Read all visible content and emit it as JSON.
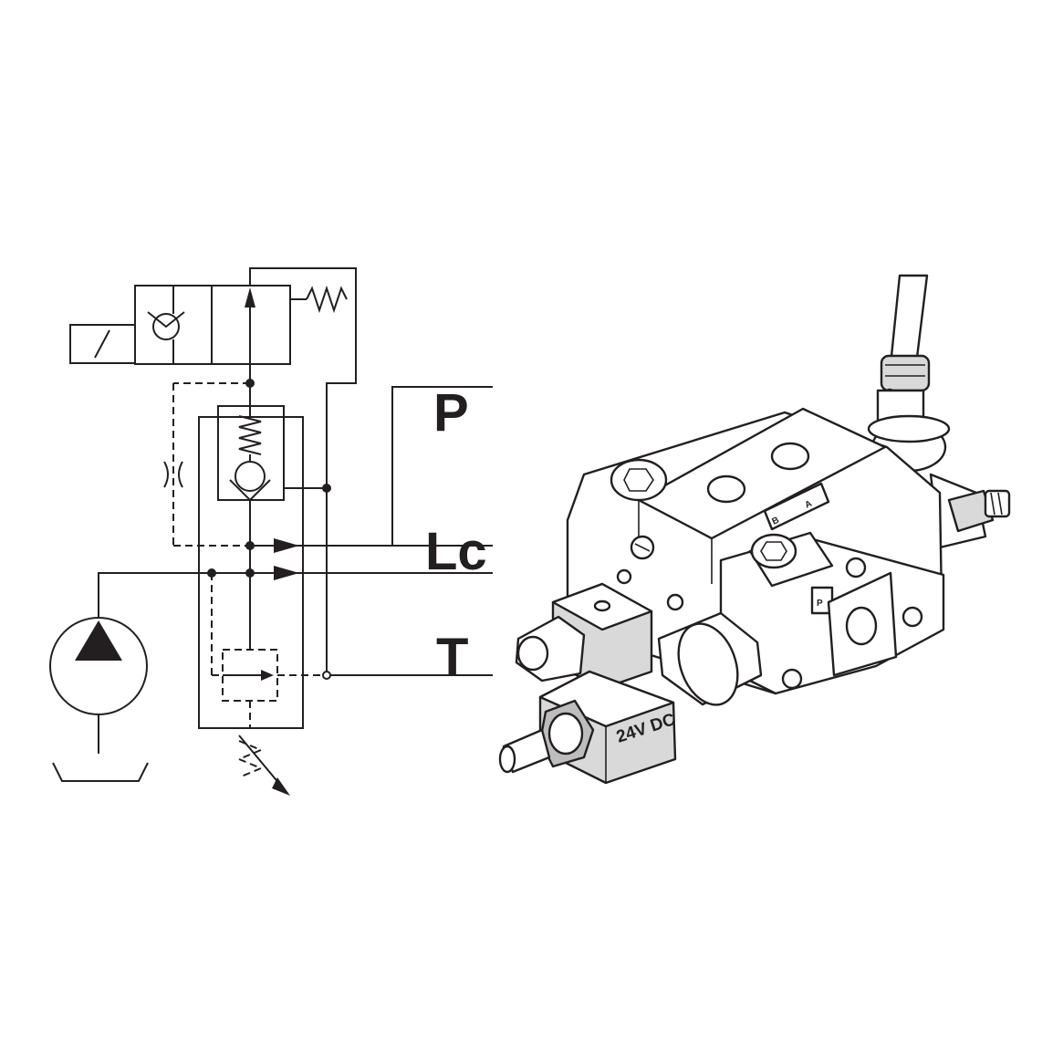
{
  "schematic": {
    "ports": {
      "p": "P",
      "lc": "Lc",
      "t": "T"
    }
  },
  "product": {
    "stamps": {
      "b": "B",
      "a": "A",
      "p": "P"
    },
    "coil_voltage": "24V DC"
  },
  "colors": {
    "line": "#231f20",
    "metal_shade": "#d9d9d9",
    "background": "#ffffff"
  }
}
